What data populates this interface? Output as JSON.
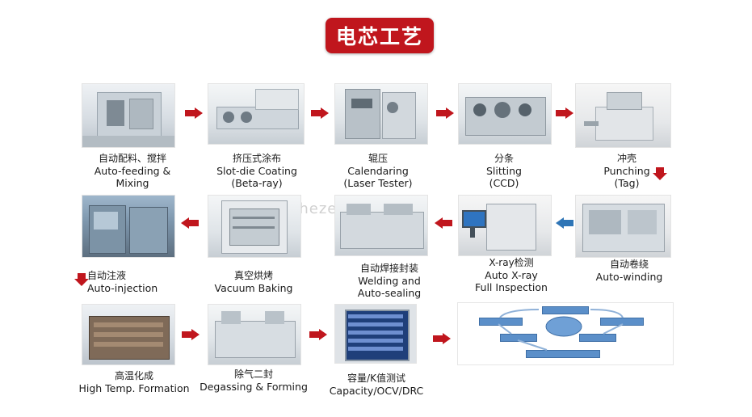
{
  "title": "电芯工艺",
  "watermark": "shezeyixin",
  "steps": [
    {
      "cn": "自动配料、搅拌",
      "en1": "Auto-feeding &",
      "en2": "Mixing"
    },
    {
      "cn": "挤压式涂布",
      "en1": "Slot-die Coating",
      "en2": "(Beta-ray)"
    },
    {
      "cn": "辊压",
      "en1": "Calendaring",
      "en2": "(Laser Tester)"
    },
    {
      "cn": "分条",
      "en1": "Slitting",
      "en2": "(CCD)"
    },
    {
      "cn": "冲壳",
      "en1": "Punching",
      "en2": "(Tag)"
    },
    {
      "cn": "自动卷绕",
      "en1": "Auto-winding",
      "en2": ""
    },
    {
      "cn": "X-ray检测",
      "en1": "Auto  X-ray",
      "en2": "Full Inspection"
    },
    {
      "cn": "自动焊接封装",
      "en1": "Welding and",
      "en2": "Auto-sealing"
    },
    {
      "cn": "真空烘烤",
      "en1": "Vacuum Baking",
      "en2": ""
    },
    {
      "cn": "自动注液",
      "en1": "Auto-injection",
      "en2": ""
    },
    {
      "cn": "高温化成",
      "en1": "High Temp. Formation",
      "en2": ""
    },
    {
      "cn": "除气二封",
      "en1": "Degassing & Forming",
      "en2": ""
    },
    {
      "cn": "容量/K值测试",
      "en1": "Capacity/OCV/DRC",
      "en2": ""
    }
  ],
  "colors": {
    "title_bg": "#c0161d",
    "arrow_red": "#c0161d",
    "arrow_blue": "#2e75b6"
  },
  "icons": [
    "arrow-right",
    "arrow-left",
    "arrow-down"
  ]
}
